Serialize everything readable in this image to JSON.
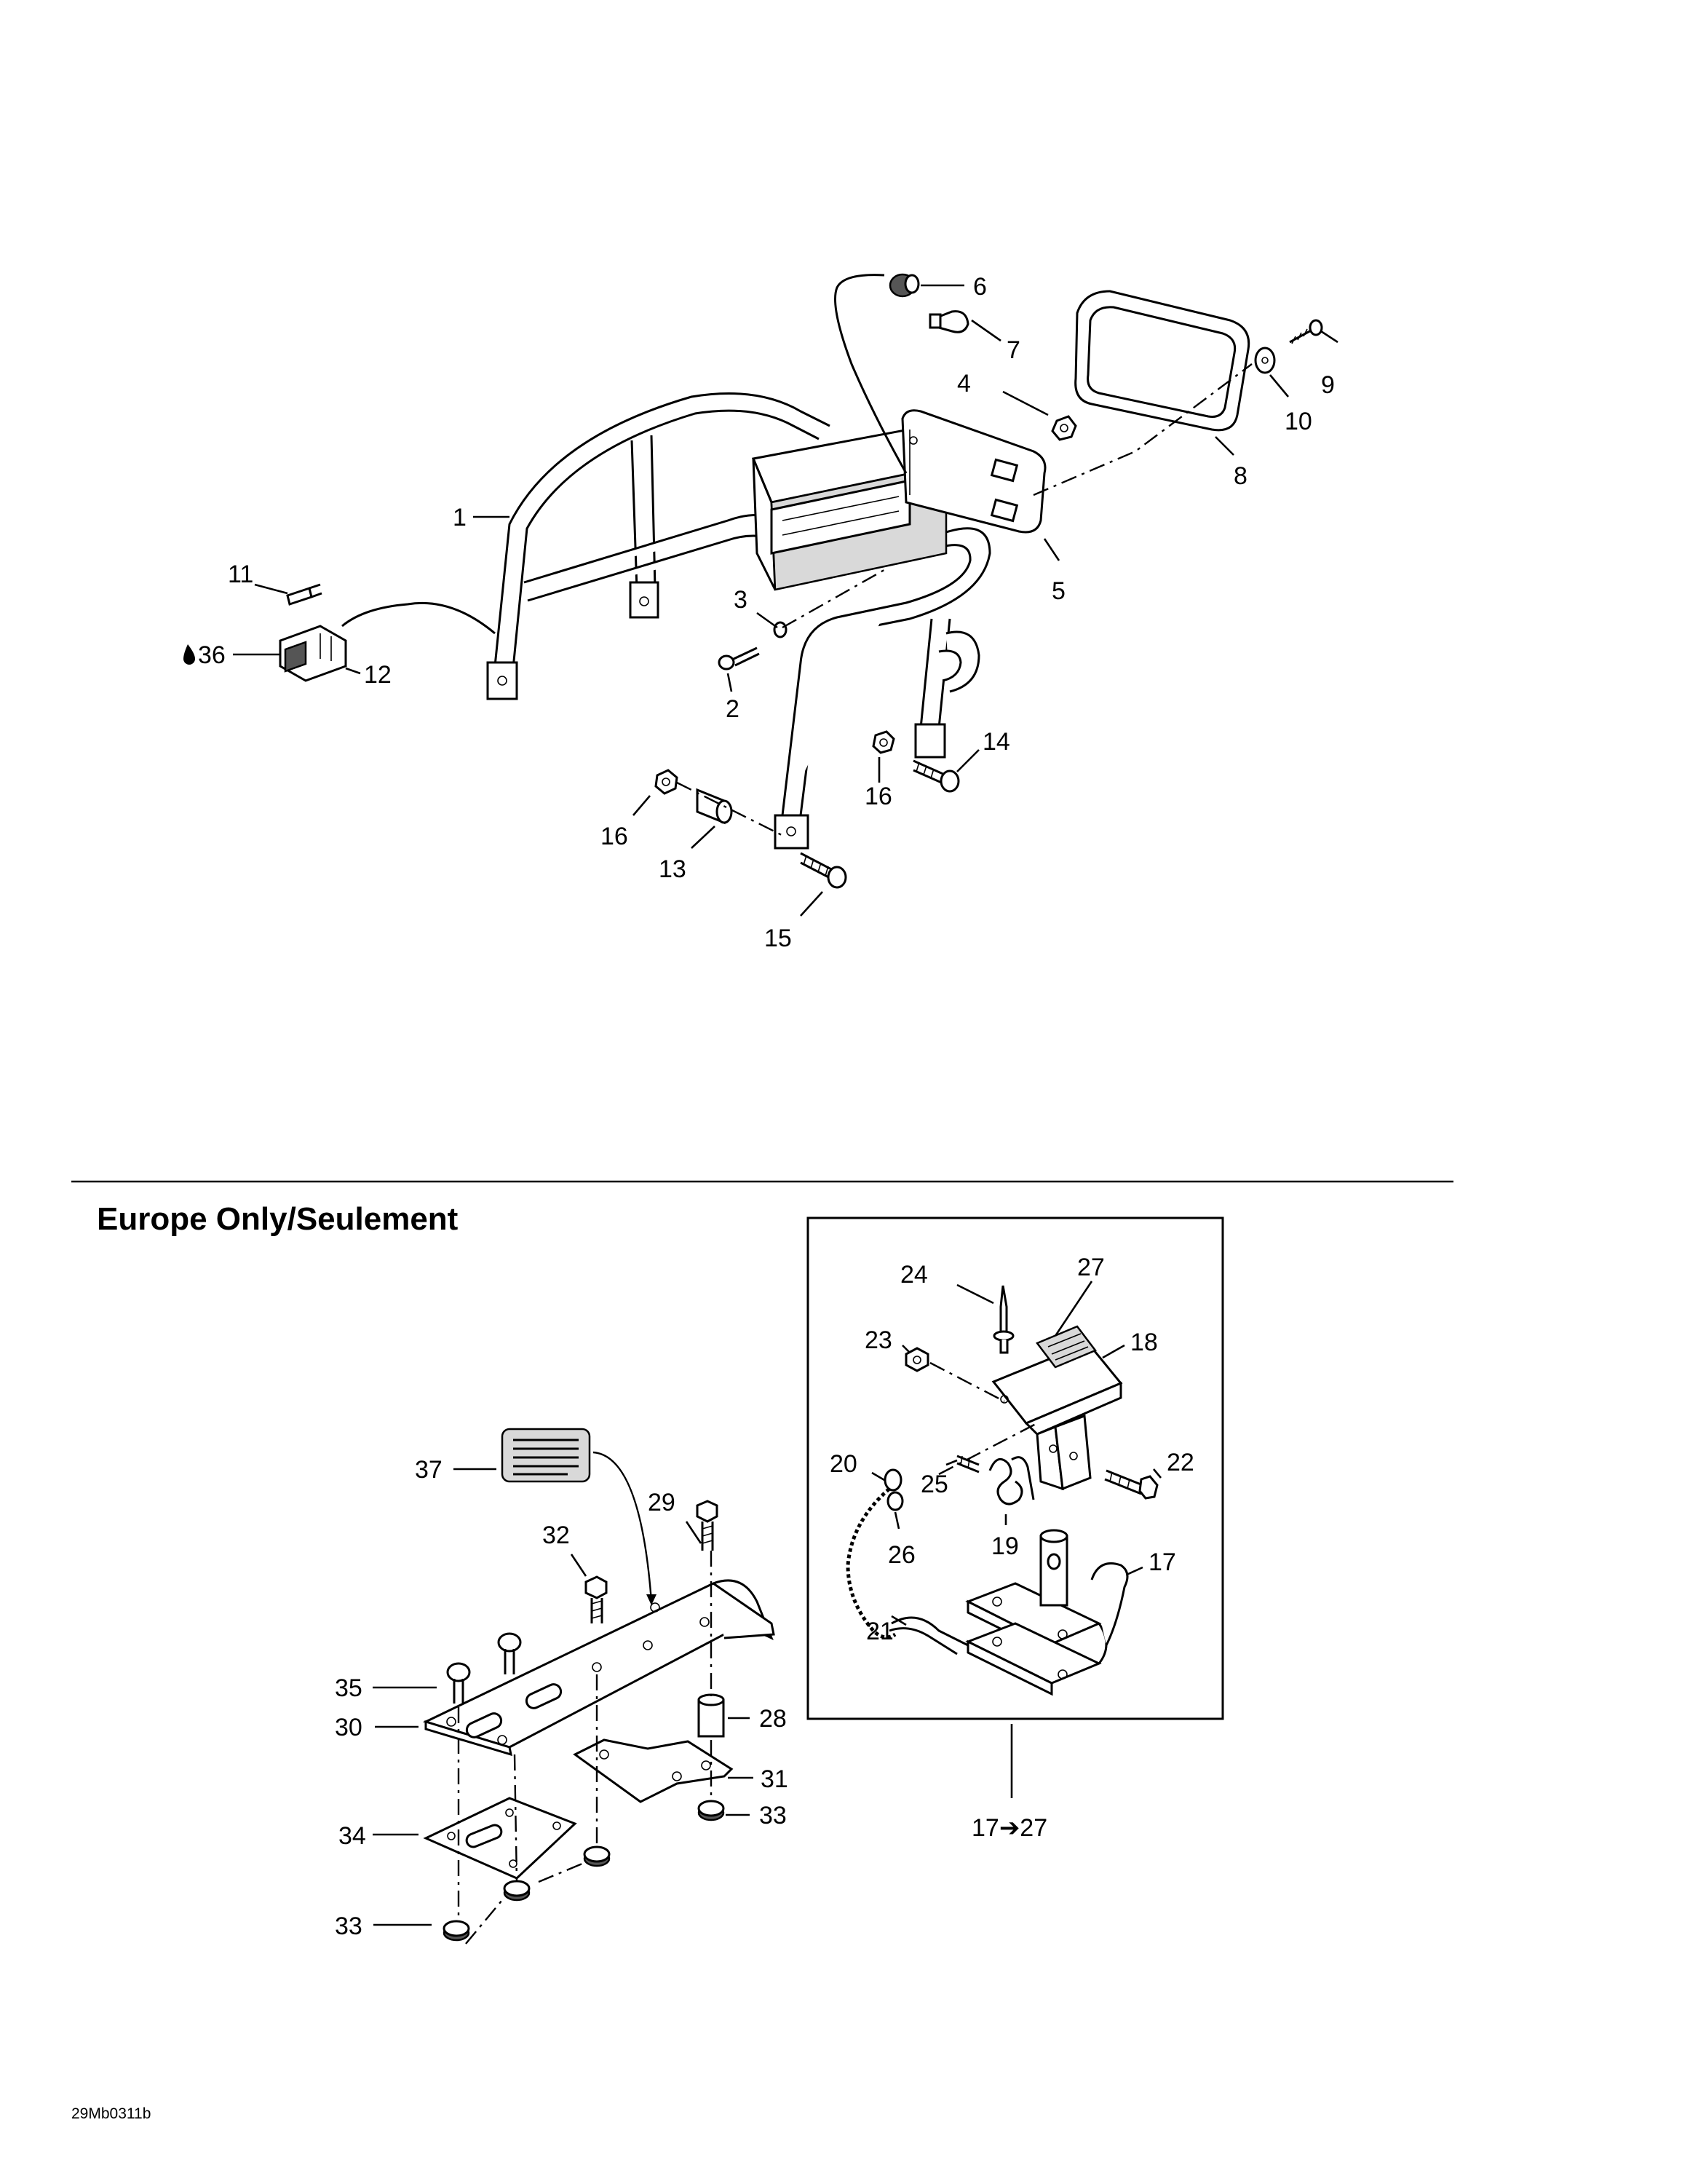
{
  "section_heading": "Europe Only/Seulement",
  "drawing_code": "29Mb0311b",
  "kit_label": "17➔27",
  "callouts": {
    "c1": "1",
    "c2": "2",
    "c3": "3",
    "c4": "4",
    "c5": "5",
    "c6": "6",
    "c7": "7",
    "c8": "8",
    "c9": "9",
    "c10": "10",
    "c11": "11",
    "c12": "12",
    "c13": "13",
    "c14": "14",
    "c15": "15",
    "c16a": "16",
    "c16b": "16",
    "c17": "17",
    "c18": "18",
    "c19": "19",
    "c20": "20",
    "c21": "21",
    "c22": "22",
    "c23": "23",
    "c24": "24",
    "c25": "25",
    "c26": "26",
    "c27": "27",
    "c28": "28",
    "c29": "29",
    "c30": "30",
    "c31": "31",
    "c32": "32",
    "c33a": "33",
    "c33b": "33",
    "c34": "34",
    "c35": "35",
    "c36": "36",
    "c37": "37"
  }
}
